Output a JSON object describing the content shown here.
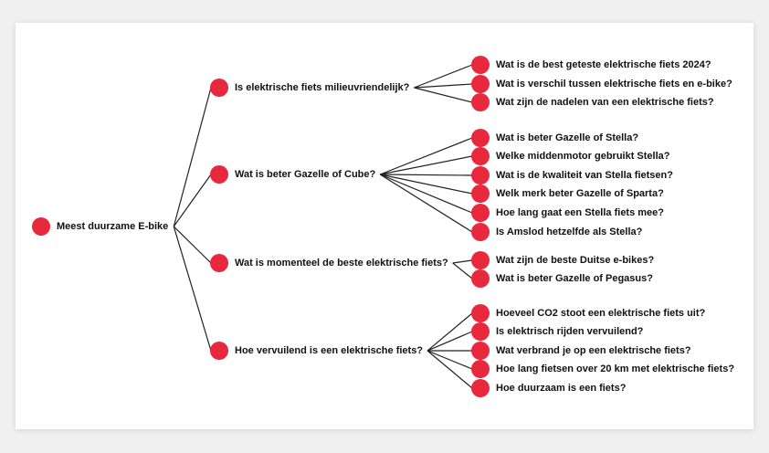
{
  "colors": {
    "node": "#e8283c",
    "line": "#222222",
    "card": "#ffffff",
    "background": "#f0f0f0"
  },
  "root": {
    "label": "Meest duurzame E-bike"
  },
  "branches": [
    {
      "label": "Is elektrische fiets milieuvriendelijk?",
      "children": [
        "Wat is de best geteste elektrische fiets 2024?",
        "Wat is verschil tussen elektrische fiets en e-bike?",
        "Wat zijn de nadelen van een elektrische fiets?"
      ]
    },
    {
      "label": "Wat is beter Gazelle of Cube?",
      "children": [
        "Wat is beter Gazelle of Stella?",
        "Welke middenmotor gebruikt Stella?",
        "Wat is de kwaliteit van Stella fietsen?",
        "Welk merk beter Gazelle of Sparta?",
        "Hoe lang gaat een Stella fiets mee?",
        "Is Amslod hetzelfde als Stella?"
      ]
    },
    {
      "label": "Wat is momenteel de beste elektrische fiets?",
      "children": [
        "Wat zijn de beste Duitse e-bikes?",
        "Wat is beter Gazelle of Pegasus?"
      ]
    },
    {
      "label": "Hoe vervuilend is een elektrische fiets?",
      "children": [
        "Hoeveel CO2 stoot een elektrische fiets uit?",
        "Is elektrisch rijden vervuilend?",
        "Wat verbrand je op een elektrische fiets?",
        "Hoe lang fietsen over 20 km met elektrische fiets?",
        "Hoe duurzaam is een fiets?"
      ]
    }
  ]
}
